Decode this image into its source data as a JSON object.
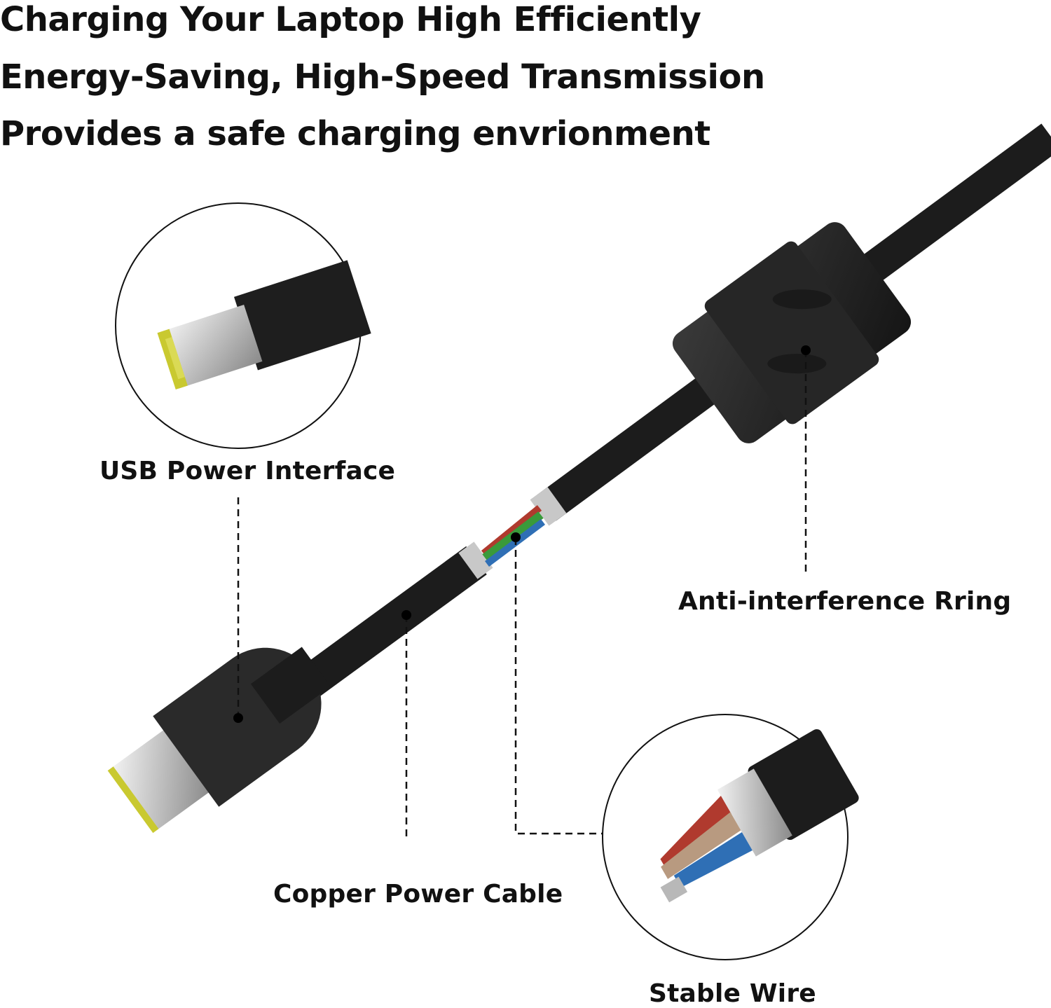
{
  "headlines": [
    "Charging Your Laptop High Efficiently",
    "Energy-Saving, High-Speed Transmission",
    "Provides a safe charging envrionment"
  ],
  "callouts": {
    "usb_interface": "USB Power Interface",
    "anti_interference": "Anti-interference Rring",
    "copper_cable": "Copper Power Cable",
    "stable_wire": "Stable Wire"
  },
  "colors": {
    "cable": "#1c1c1c",
    "connector_tip": "#c9c930",
    "metal": "#b8b8b8",
    "wire_red": "#b03a2e",
    "wire_blue": "#2f6fb5",
    "wire_green": "#3a9a3a",
    "copper": "#b89a80"
  }
}
